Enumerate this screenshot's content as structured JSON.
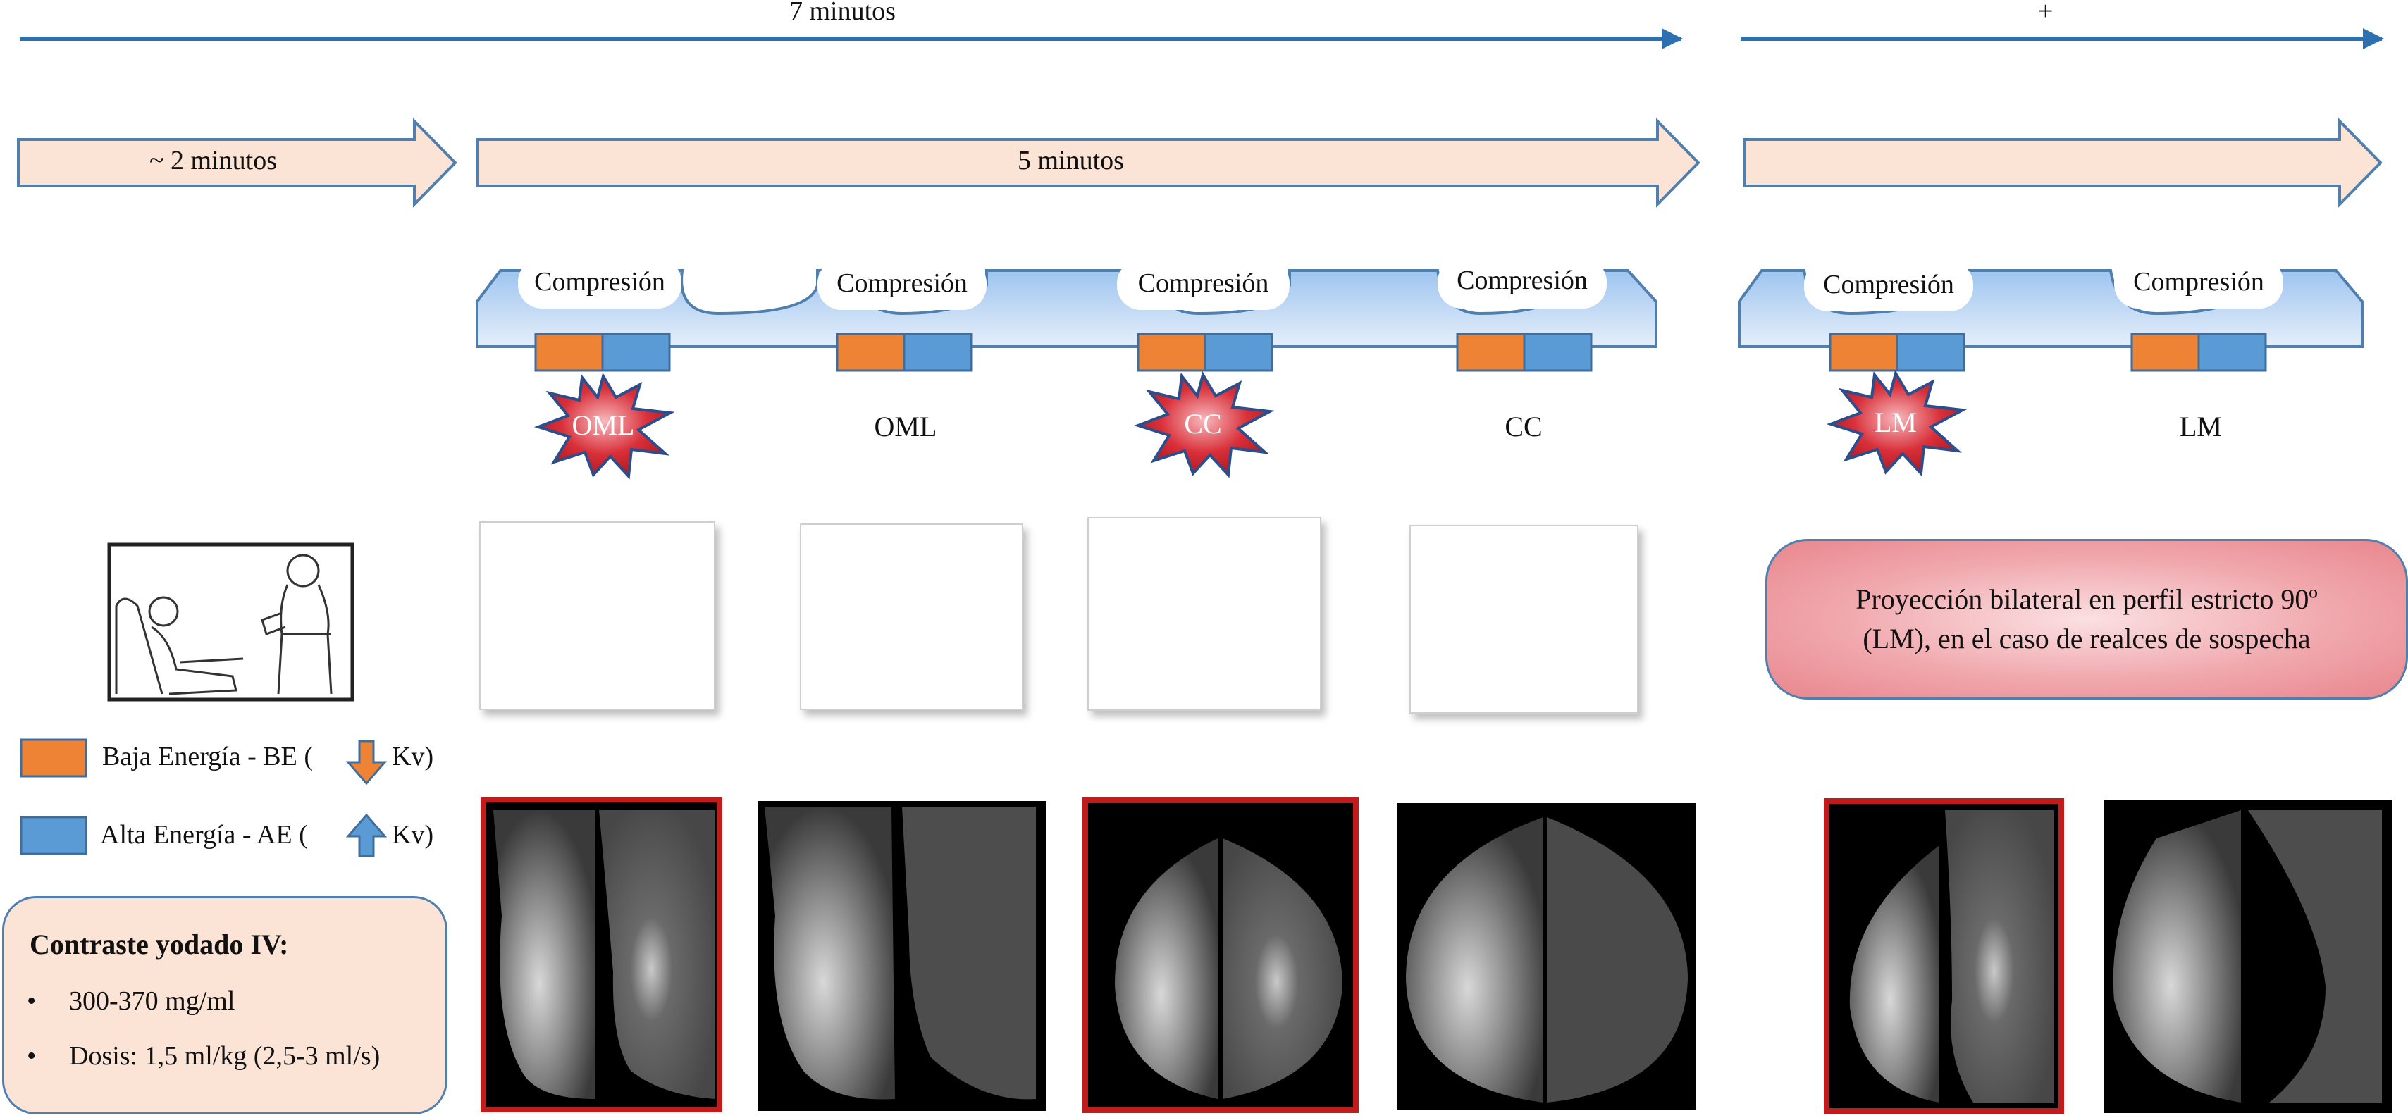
{
  "timeline": {
    "top_main_label": "7 minutos",
    "top_extra_label": "+",
    "phase1_label": "~ 2 minutos",
    "phase2_label": "5 minutos",
    "phase3_label": ""
  },
  "compression": {
    "label": "Compresión"
  },
  "views": [
    {
      "label": "OML",
      "highlighted": true
    },
    {
      "label": "OML",
      "highlighted": false
    },
    {
      "label": "CC",
      "highlighted": true
    },
    {
      "label": "CC",
      "highlighted": false
    },
    {
      "label": "LM",
      "highlighted": true
    },
    {
      "label": "LM",
      "highlighted": false
    }
  ],
  "legend": {
    "low_energy": "Baja Energía - BE (",
    "low_energy_unit": "Kv)",
    "high_energy": "Alta Energía - AE  (",
    "high_energy_unit": "Kv)"
  },
  "contrast": {
    "title": "Contraste yodado IV:",
    "bullets": [
      "300-370 mg/ml",
      "Dosis: 1,5 ml/kg (2,5-3 ml/s)"
    ]
  },
  "projection_note": {
    "line1": "Proyección bilateral en perfil estricto 90º",
    "line2": "(LM), en el caso de realces de sospecha"
  },
  "colors": {
    "low_energy": "#ee8335",
    "high_energy": "#5b9bd5",
    "arrow_line": "#2e6fb0",
    "phase_fill": "#fbe4d6",
    "burst_fill": "#d9303a",
    "highlight_border": "#c01c1c"
  }
}
